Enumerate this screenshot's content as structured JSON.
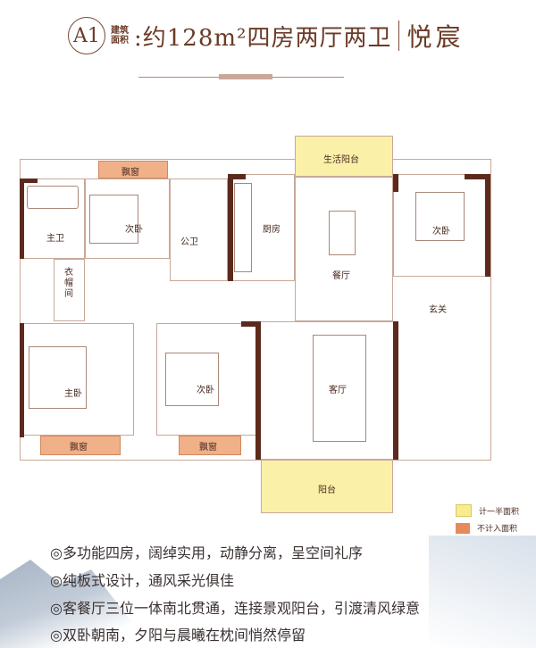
{
  "header": {
    "unit_code": "A1",
    "area_label_1": "建筑",
    "area_label_2": "面积",
    "area_text": ":约128m²四房两厅两卫",
    "project_name": "悦宸"
  },
  "rooms": {
    "bay_window": "飘窗",
    "master_bath": "主卫",
    "bedroom": "次卧",
    "public_bath": "公卫",
    "kitchen": "厨房",
    "utility_balcony": "生活阳台",
    "dining": "餐厅",
    "entrance": "玄关",
    "closet": "衣帽间",
    "master_bedroom": "主卧",
    "living": "客厅",
    "balcony": "阳台"
  },
  "legend": [
    {
      "label": "计一半面积",
      "color": "#f8ec8c"
    },
    {
      "label": "不计入面积",
      "color": "#e58a5a"
    }
  ],
  "features": [
    "◎多功能四房，阔绰实用，动静分离，呈空间礼序",
    "◎纯板式设计，通风采光俱佳",
    "◎客餐厅三位一体南北贯通，连接景观阳台，引渡清风绿意",
    "◎双卧朝南，夕阳与晨曦在枕间悄然停留"
  ],
  "colors": {
    "wall": "#5b2a1c",
    "half_area": "#f8ec8c",
    "excluded_area": "#e58a5a"
  }
}
